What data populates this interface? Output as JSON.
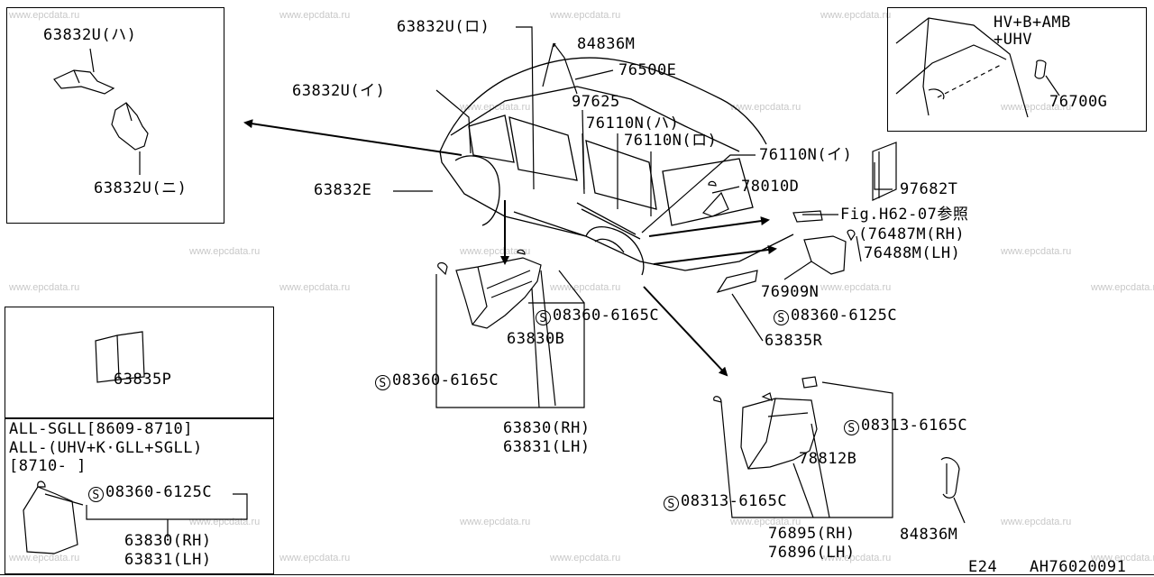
{
  "watermark": "www.epcdata.ru",
  "footer": {
    "section": "E24",
    "code": "AH76020091"
  },
  "note_box": {
    "line1": "ALL-SGLL[8609-8710]",
    "line2": "ALL-(UHV+K·GLL+SGLL)",
    "line3": "[8710-   ]"
  },
  "inset_top_right": {
    "title1": "HV+B+AMB",
    "title2": "+UHV"
  },
  "callouts": {
    "p63832U_ha": "63832U(ハ)",
    "p63832U_ni": "63832U(ニ)",
    "p63832U_ro": "63832U(ロ)",
    "p63832U_i": "63832U(イ)",
    "p63832E": "63832E",
    "p84836M_top": "84836M",
    "p76500E": "76500E",
    "p97625": "97625",
    "p76110N_ha": "76110N(ハ)",
    "p76110N_ro": "76110N(ロ)",
    "p76110N_i": "76110N(イ)",
    "p78010D": "78010D",
    "p97682T": "97682T",
    "fig_ref": "Fig.H62-07参照",
    "p76487M": "(76487M(RH)",
    "p76488M": "76488M(LH)",
    "p76700G": "76700G",
    "p76909N": "76909N",
    "s08360_6125C_right": "08360-6125C",
    "p63835R": "63835R",
    "p63835P": "63835P",
    "s08360_6165C_a": "08360-6165C",
    "p63830B": "63830B",
    "s08360_6165C_b": "08360-6165C",
    "p63830_rh": "63830(RH)",
    "p63831_lh": "63831(LH)",
    "s08360_6125C_box": "08360-6125C",
    "p63830_rh_box": "63830(RH)",
    "p63831_lh_box": "63831(LH)",
    "s08313_6165C_a": "08313-6165C",
    "p78812B": "78812B",
    "s08313_6165C_b": "08313-6165C",
    "p76895_rh": "76895(RH)",
    "p76896_lh": "76896(LH)",
    "p84836M_bottom": "84836M",
    "screw_symbol": "S"
  }
}
